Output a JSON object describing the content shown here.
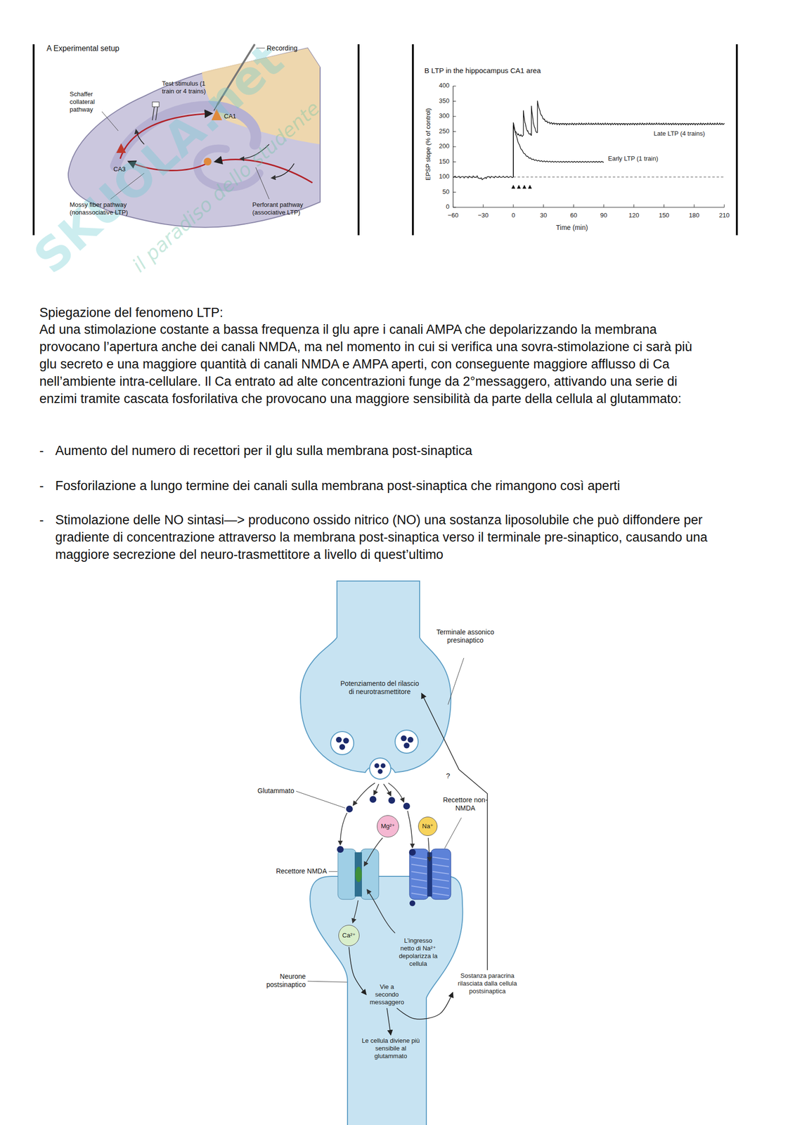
{
  "diagram": {
    "nodes": [
      {
        "text": [
          "Potenziamento del rilascio di neurotrasmettitore"
        ]
      },
      {
        "text": [
          "Mg²⁺"
        ]
      },
      {
        "text": [
          "Na⁺"
        ]
      },
      {
        "text": [
          "Ca²⁺"
        ]
      },
      {
        "text": [
          "L’ingresso netto di Na²⁺ depolarizza la cellula"
        ]
      },
      {
        "text": [
          "Vie a secondo messaggero"
        ]
      },
      {
        "text": [
          "Le cellula diviene più sensibile al glutammato"
        ]
      },
      {
        "text": [
          "Sostanza paracrina rilasciata dalla cellula postsinaptica"
        ]
      }
    ],
    "edges": [
      {
        "from": 3,
        "to": 5,
        "arrow": "to"
      },
      {
        "from": 5,
        "to": 6,
        "arrow": "to"
      },
      {
        "from": 5,
        "to": 7,
        "arrow": "to"
      },
      {
        "from": 7,
        "to": 0,
        "label": "?",
        "arrow": "to"
      }
    ],
    "labels": [
      "SKUOLA.net",
      "il paradiso dello studente",
      "A Experimental setup",
      "Recording",
      "Schaffer collateral pathway",
      "Test stimulus (1 train or 4 trains)",
      "CA1",
      "CA3",
      "Mossy fiber pathway (nonassociative LTP)",
      "Perforant pathway (associative LTP)",
      "B LTP in the hippocampus CA1 area",
      "EPSP slope (% of control)",
      "400",
      "350",
      "300",
      "250",
      "200",
      "150",
      "100",
      "50",
      "0",
      "−60",
      "−30",
      "0",
      "30",
      "60",
      "90",
      "120",
      "150",
      "180",
      "210",
      "Time (min)",
      "Late LTP (4 trains)",
      "Early LTP (1 train)",
      "Spiegazione del fenomeno LTP:",
      "Ad una stimolazione costante a bassa frequenza il glu apre i canali AMPA che depolarizzando la membrana provocano l’apertura anche dei canali NMDA, ma nel momento in cui si verifica una sovra-stimolazione ci sarà più glu secreto e una maggiore quantità di canali NMDA e AMPA aperti, con conseguente maggiore afflusso di Ca nell’ambiente intra-cellulare. Il Ca entrato ad alte concentrazioni funge da 2°messaggero, attivando una serie di enzimi tramite cascata fosforilativa che provocano una maggiore sensibilità da parte della cellula al glutammato:",
      "-",
      "Aumento del numero di recettori per il glu sulla membrana post-sinaptica",
      "-",
      "Fosforilazione a lungo termine dei canali sulla membrana post-sinaptica che rimangono così aperti",
      "-",
      "Stimolazione delle NO sintasi—> producono ossido nitrico (NO) una sostanza liposolubile che può diffondere per gradiente di concentrazione attraverso la membrana post-sinaptica verso il terminale pre-sinaptico, causando una maggiore secrezione del neuro-trasmettitore a livello di quest’ultimo",
      "Terminale assonico presinaptico",
      "Glutammato",
      "Recettore non-NMDA",
      "Recettore NMDA",
      "Neurone postsinaptico"
    ]
  }
}
